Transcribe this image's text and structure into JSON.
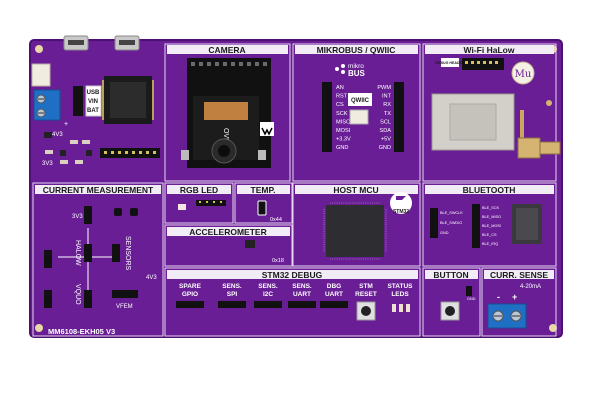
{
  "board": {
    "model": "MM6108-EKH05 V3",
    "colors": {
      "pcb": "#6a1e96",
      "silk": "#ffffff",
      "dark_pcb": "#4d0f72"
    }
  },
  "sections": {
    "camera": "CAMERA",
    "mikrobus": "MIKROBUS / QWIIC",
    "wifi": "Wi-Fi HaLow",
    "current_measurement": "CURRENT MEASUREMENT",
    "rgb_led": "RGB LED",
    "temp": "TEMP.",
    "host_mcu": "HOST MCU",
    "bluetooth": "BLUETOOTH",
    "accelerometer": "ACCELEROMETER",
    "stm32_debug": "STM32 DEBUG",
    "button": "BUTTON",
    "curr_sense": "CURR. SENSE"
  },
  "power": {
    "usb": "USB",
    "vin": "VIN",
    "bat": "BAT",
    "v4v3": "4V3",
    "v3v3": "3V3",
    "plus": "+"
  },
  "camera": {
    "module": "OV5640"
  },
  "mikrobus": {
    "logo_top": "mikro",
    "logo_bottom": "BUS",
    "qwiic": "QWIIC",
    "left_pins": [
      "AN",
      "RST",
      "CS",
      "SCK",
      "MISO",
      "MOSI",
      "+3.3V",
      "GND"
    ],
    "right_pins": [
      "PWM",
      "INT",
      "RX",
      "TX",
      "SCL",
      "SDA",
      "+5V",
      "GND"
    ]
  },
  "wifi": {
    "debug_header": "DEBUG HEADER",
    "logo": "Mu"
  },
  "current_measurement": {
    "v3v3": "3V3",
    "halow": "HALOW",
    "sensors": "SENSORS",
    "v4v3": "4V3",
    "vquo": "VQUO",
    "vfem": "VFEM"
  },
  "temp": {
    "addr": "0x44"
  },
  "accelerometer": {
    "addr": "0x18"
  },
  "host_mcu": {
    "chip": "STM32"
  },
  "bluetooth": {
    "left_pins": [
      "BLE_SWCLK",
      "BLE_SWDIO",
      "GND"
    ],
    "right_pins": [
      "BLE_SCK",
      "BLE_MISO",
      "BLE_MOSI",
      "BLE_CS",
      "BLE_IRQ"
    ]
  },
  "stm32_debug": {
    "groups": [
      {
        "line1": "SPARE",
        "line2": "GPIO"
      },
      {
        "line1": "SENS.",
        "line2": "SPI"
      },
      {
        "line1": "SENS.",
        "line2": "I2C"
      },
      {
        "line1": "SENS.",
        "line2": "UART"
      },
      {
        "line1": "DBG",
        "line2": "UART"
      },
      {
        "line1": "STM",
        "line2": "RESET"
      },
      {
        "line1": "STATUS",
        "line2": "LEDS"
      }
    ]
  },
  "button": {
    "gnd": "GND"
  },
  "curr_sense": {
    "range": "4-20mA",
    "minus": "-",
    "plus": "+"
  }
}
